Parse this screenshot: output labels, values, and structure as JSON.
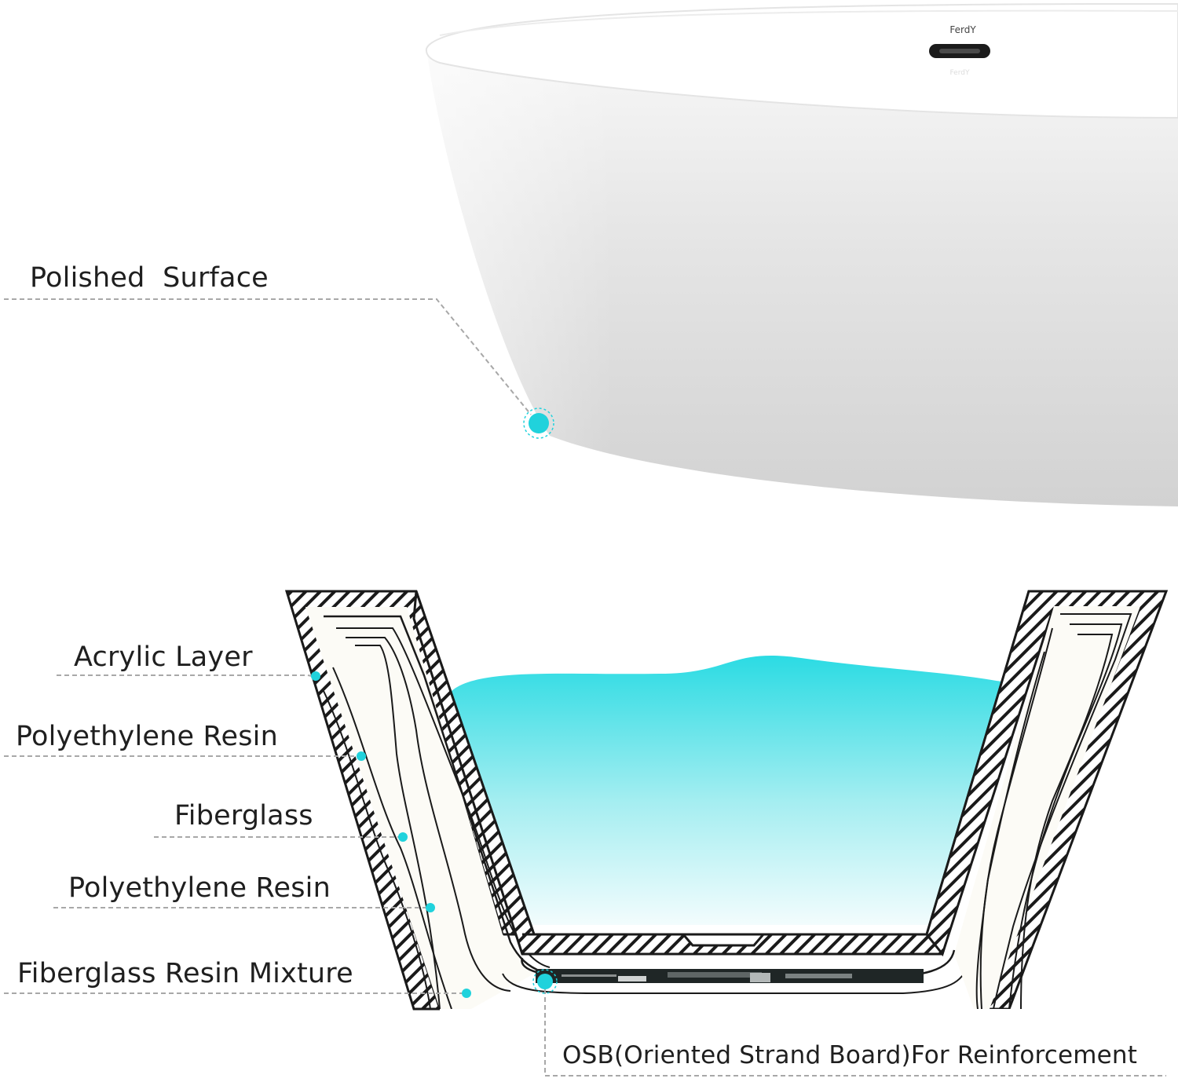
{
  "brand": "FerdY",
  "colors": {
    "accent": "#20d2dc",
    "water_top": "#2bdbe3",
    "water_bottom": "#f2fcfd",
    "tub_body": "#dcdcdc",
    "hatch": "#1a1a1a",
    "leader": "#a8a8a8"
  },
  "callouts": {
    "polished_surface": "Polished  Surface",
    "acrylic_layer": "Acrylic Layer",
    "polyethylene_resin_1": "Polyethylene Resin",
    "fiberglass": "Fiberglass",
    "polyethylene_resin_2": "Polyethylene Resin",
    "fiberglass_resin_mixture": "Fiberglass Resin Mixture",
    "osb": "OSB(Oriented Strand Board)For Reinforcement"
  }
}
